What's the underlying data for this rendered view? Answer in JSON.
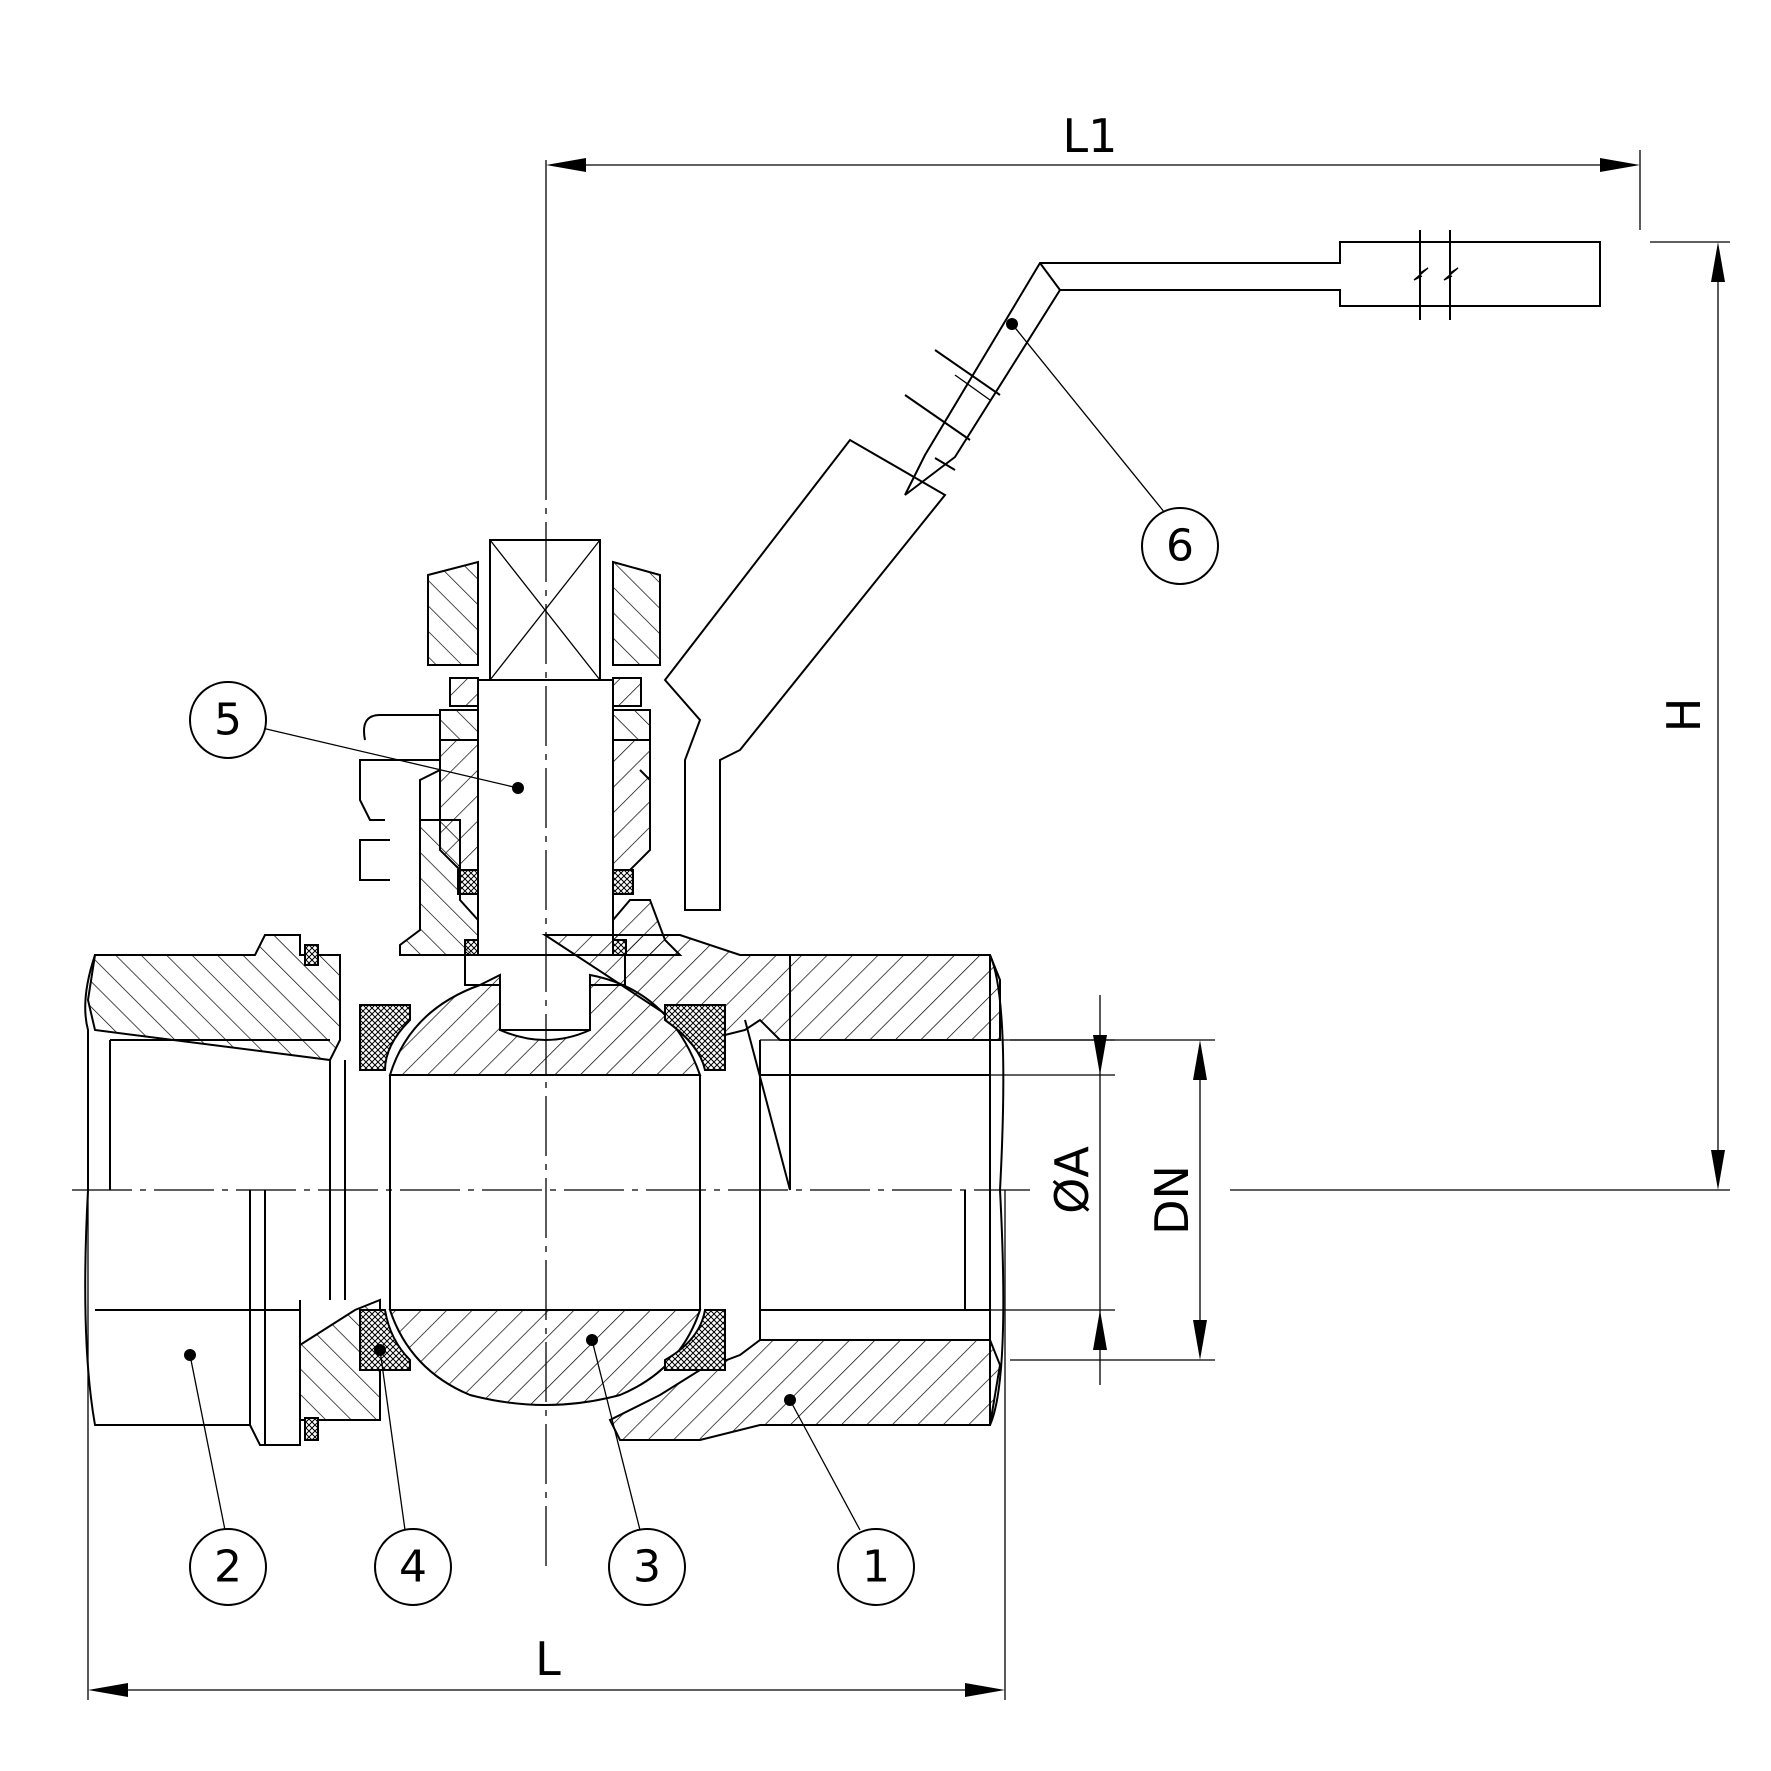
{
  "dimensions": {
    "L1": "L1",
    "L": "L",
    "H": "H",
    "A": "ØA",
    "DN": "DN"
  },
  "callouts": [
    "1",
    "2",
    "3",
    "4",
    "5",
    "6"
  ]
}
